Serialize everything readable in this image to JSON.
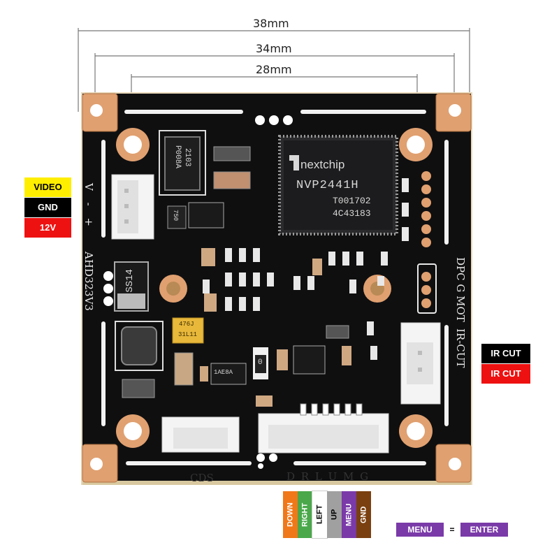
{
  "dimensions": {
    "outer": "38mm",
    "middle": "34mm",
    "inner": "28mm"
  },
  "chip": {
    "brand": "nextchip",
    "model": "NVP2441H",
    "line1": "T001702",
    "line2": "4C43183"
  },
  "components": {
    "diode_top": [
      "P008A",
      "2103"
    ],
    "ic_750": "750",
    "ss14": "SS14",
    "cap_label": [
      "476J",
      "31L11"
    ],
    "small_ic": "1AE8A",
    "resistor_0": "0"
  },
  "silkscreen": {
    "left_pins": "V - +",
    "board_name": "AHD323V3",
    "right_labels": "DPC G MOT",
    "ircut": "IR-CUT",
    "cds": "CDS",
    "keys": "D R L U M G"
  },
  "power_tags": [
    {
      "label": "VIDEO",
      "bg": "#ffee00",
      "fg": "#000000"
    },
    {
      "label": "GND",
      "bg": "#000000",
      "fg": "#ffffff"
    },
    {
      "label": "12V",
      "bg": "#ee1111",
      "fg": "#ffffff"
    }
  ],
  "ircut_tags": [
    {
      "label": "IR CUT",
      "bg": "#000000",
      "fg": "#ffffff"
    },
    {
      "label": "IR CUT",
      "bg": "#ee1111",
      "fg": "#ffffff"
    }
  ],
  "buttons": [
    {
      "label": "DOWN",
      "bg": "#f07818",
      "fg": "#ffffff"
    },
    {
      "label": "RIGHT",
      "bg": "#4aa84a",
      "fg": "#ffffff"
    },
    {
      "label": "LEFT",
      "bg": "#ffffff",
      "fg": "#000000"
    },
    {
      "label": "UP",
      "bg": "#a0a0a0",
      "fg": "#000000"
    },
    {
      "label": "MENU",
      "bg": "#7a3aa8",
      "fg": "#ffffff"
    },
    {
      "label": "GND",
      "bg": "#7a4010",
      "fg": "#ffffff"
    }
  ],
  "legend": {
    "menu": "MENU",
    "equals": "=",
    "enter": "ENTER",
    "color": "#7a3aa8"
  }
}
